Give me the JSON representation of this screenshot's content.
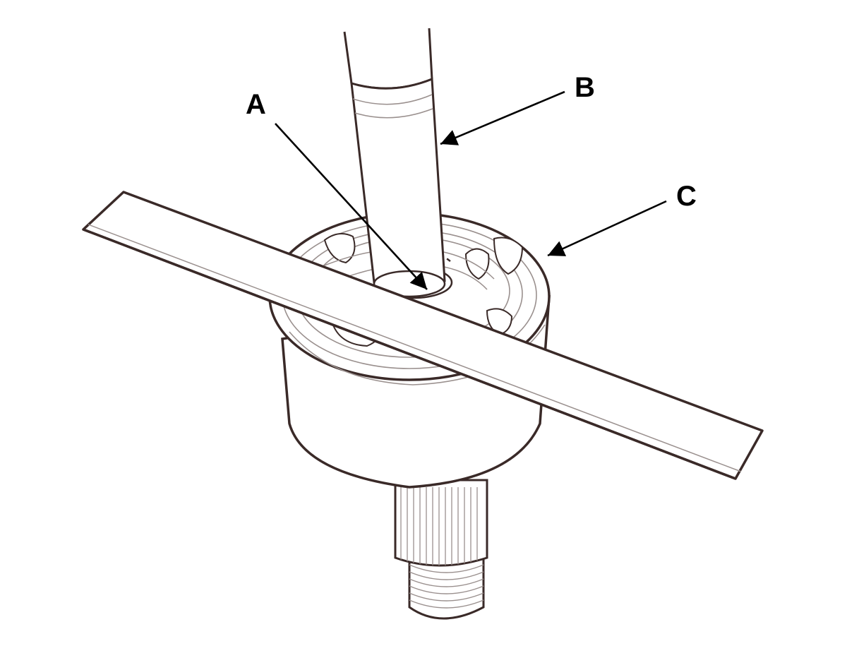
{
  "callouts": {
    "a": {
      "label": "A"
    },
    "b": {
      "label": "B"
    },
    "c": {
      "label": "C"
    }
  },
  "colors": {
    "outline": "#3a2a28",
    "fill": "#ffffff",
    "detail": "#9a908e",
    "leader": "#000000"
  }
}
